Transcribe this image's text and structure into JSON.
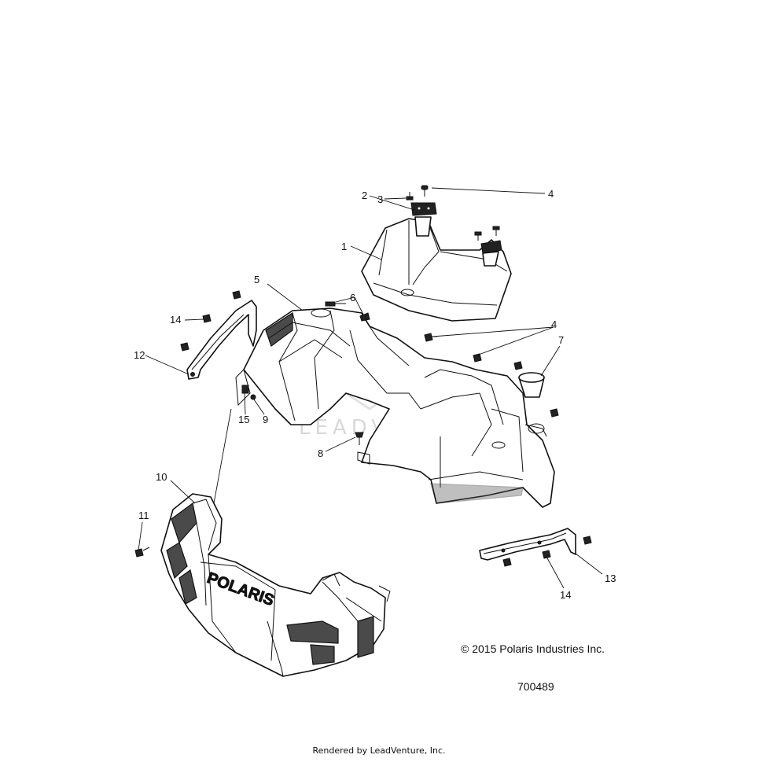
{
  "diagram": {
    "callouts": [
      {
        "id": "c1",
        "label": "1"
      },
      {
        "id": "c2",
        "label": "2"
      },
      {
        "id": "c3",
        "label": "3"
      },
      {
        "id": "c4a",
        "label": "4"
      },
      {
        "id": "c4b",
        "label": "4"
      },
      {
        "id": "c5",
        "label": "5"
      },
      {
        "id": "c6",
        "label": "6"
      },
      {
        "id": "c7",
        "label": "7"
      },
      {
        "id": "c8",
        "label": "8"
      },
      {
        "id": "c9",
        "label": "9"
      },
      {
        "id": "c10",
        "label": "10"
      },
      {
        "id": "c11",
        "label": "11"
      },
      {
        "id": "c12",
        "label": "12"
      },
      {
        "id": "c13",
        "label": "13"
      },
      {
        "id": "c14a",
        "label": "14"
      },
      {
        "id": "c14b",
        "label": "14"
      },
      {
        "id": "c15",
        "label": "15"
      }
    ],
    "brand_logo": "POLARIS",
    "watermark": "LEADVENTURE",
    "copyright": "© 2015 Polaris Industries Inc.",
    "part_number": "700489",
    "rendered_by": "Rendered by LeadVenture, Inc."
  }
}
